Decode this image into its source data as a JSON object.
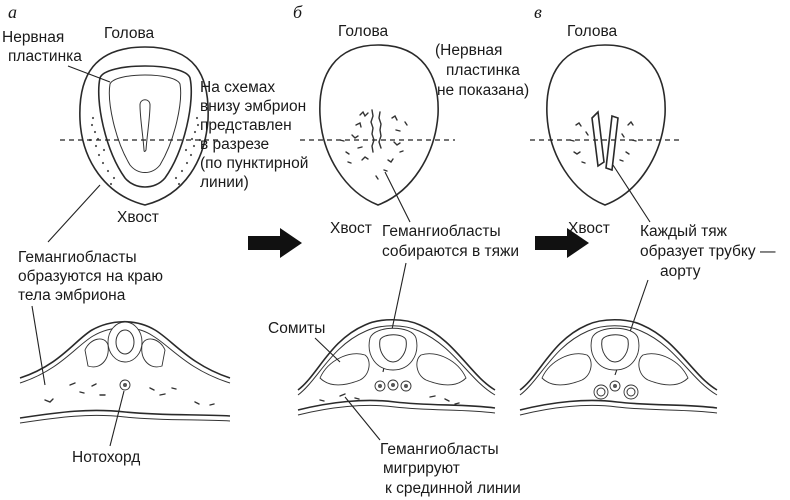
{
  "panels": [
    {
      "letter": "а",
      "head": "Голова",
      "tail": "Хвост"
    },
    {
      "letter": "б",
      "head": "Голова",
      "tail": "Хвост"
    },
    {
      "letter": "в",
      "head": "Голова",
      "tail": "Хвост"
    }
  ],
  "labels": {
    "neural_plate": [
      "Нервная",
      "пластинка"
    ],
    "section_note": [
      "На схемах",
      "внизу эмбрион",
      "представлен",
      "в разрезе",
      "(по пунктирной",
      "линии)"
    ],
    "neural_plate_not_shown": [
      "(Нервная",
      "пластинка",
      "не показана)"
    ],
    "hemangioblasts_edge": [
      "Гемангиобласты",
      "образуются на краю",
      "тела эмбриона"
    ],
    "hemangioblasts_cords": [
      "Гемангиобласты",
      "собираются в тяжи"
    ],
    "each_cord": [
      "Каждый тяж",
      "образует трубку —",
      "аорту"
    ],
    "somites": "Сомиты",
    "notochord": "Нотохорд",
    "hemangioblasts_migrate": [
      "Гемангиобласты",
      "мигрируют",
      "к срединной линии"
    ]
  }
}
